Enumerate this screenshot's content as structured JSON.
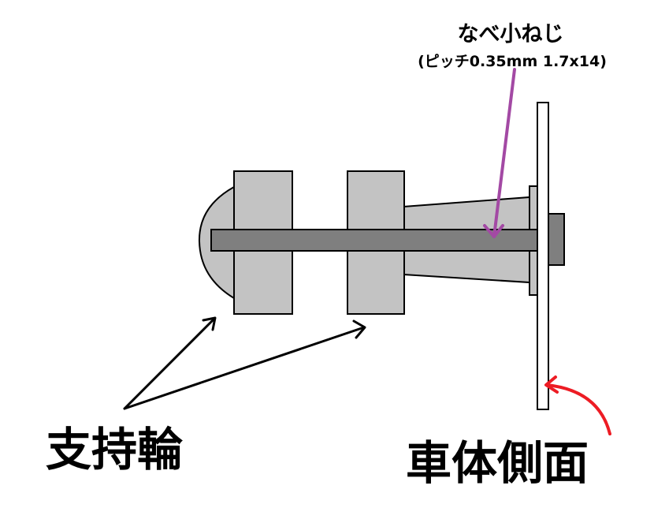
{
  "labels": {
    "screw_name": "なべ小ねじ",
    "screw_spec": "(ピッチ0.35mm 1.7x14)",
    "support_wheel": "支持輪",
    "body_side": "車体側面"
  },
  "colors": {
    "part_fill": "#c3c3c3",
    "shaft_fill": "#7f7f7f",
    "outline": "#000000",
    "screw_arrow": "#a349a4",
    "body_arrow": "#ed1c24"
  }
}
